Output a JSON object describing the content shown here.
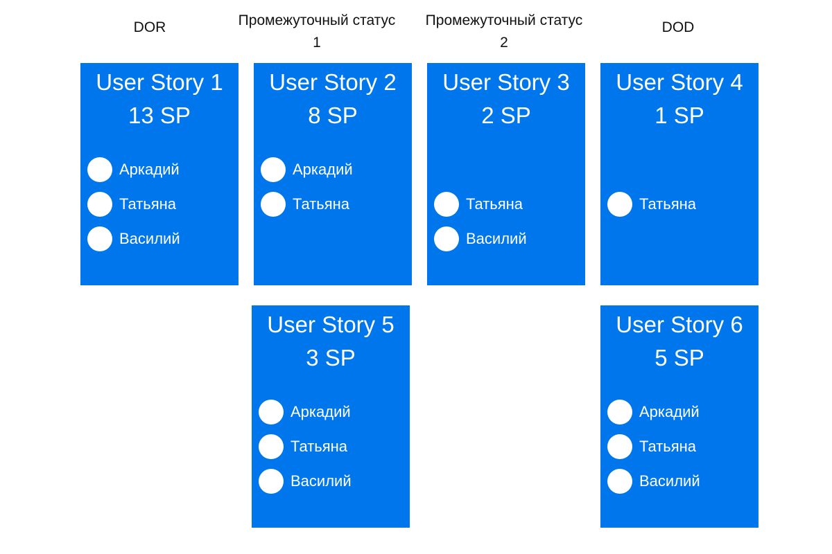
{
  "columns": [
    {
      "label": "DOR"
    },
    {
      "label": "Промежуточный статус 1"
    },
    {
      "label": "Промежуточный статус 2"
    },
    {
      "label": "DOD"
    }
  ],
  "cards": [
    {
      "title": "User Story 1",
      "points": "13 SP",
      "assignees": [
        "Аркадий",
        "Татьяна",
        "Василий"
      ]
    },
    {
      "title": "User Story 2",
      "points": "8 SP",
      "assignees": [
        "Аркадий",
        "Татьяна"
      ]
    },
    {
      "title": "User Story 3",
      "points": "2 SP",
      "assignees": [
        "Татьяна",
        "Василий"
      ]
    },
    {
      "title": "User Story 4",
      "points": "1 SP",
      "assignees": [
        "Татьяна"
      ]
    },
    {
      "title": "User Story 5",
      "points": "3 SP",
      "assignees": [
        "Аркадий",
        "Татьяна",
        "Василий"
      ]
    },
    {
      "title": "User Story 6",
      "points": "5 SP",
      "assignees": [
        "Аркадий",
        "Татьяна",
        "Василий"
      ]
    }
  ],
  "colors": {
    "card": "#0076ed",
    "avatar": "#ffffff",
    "header_text": "#111111"
  }
}
